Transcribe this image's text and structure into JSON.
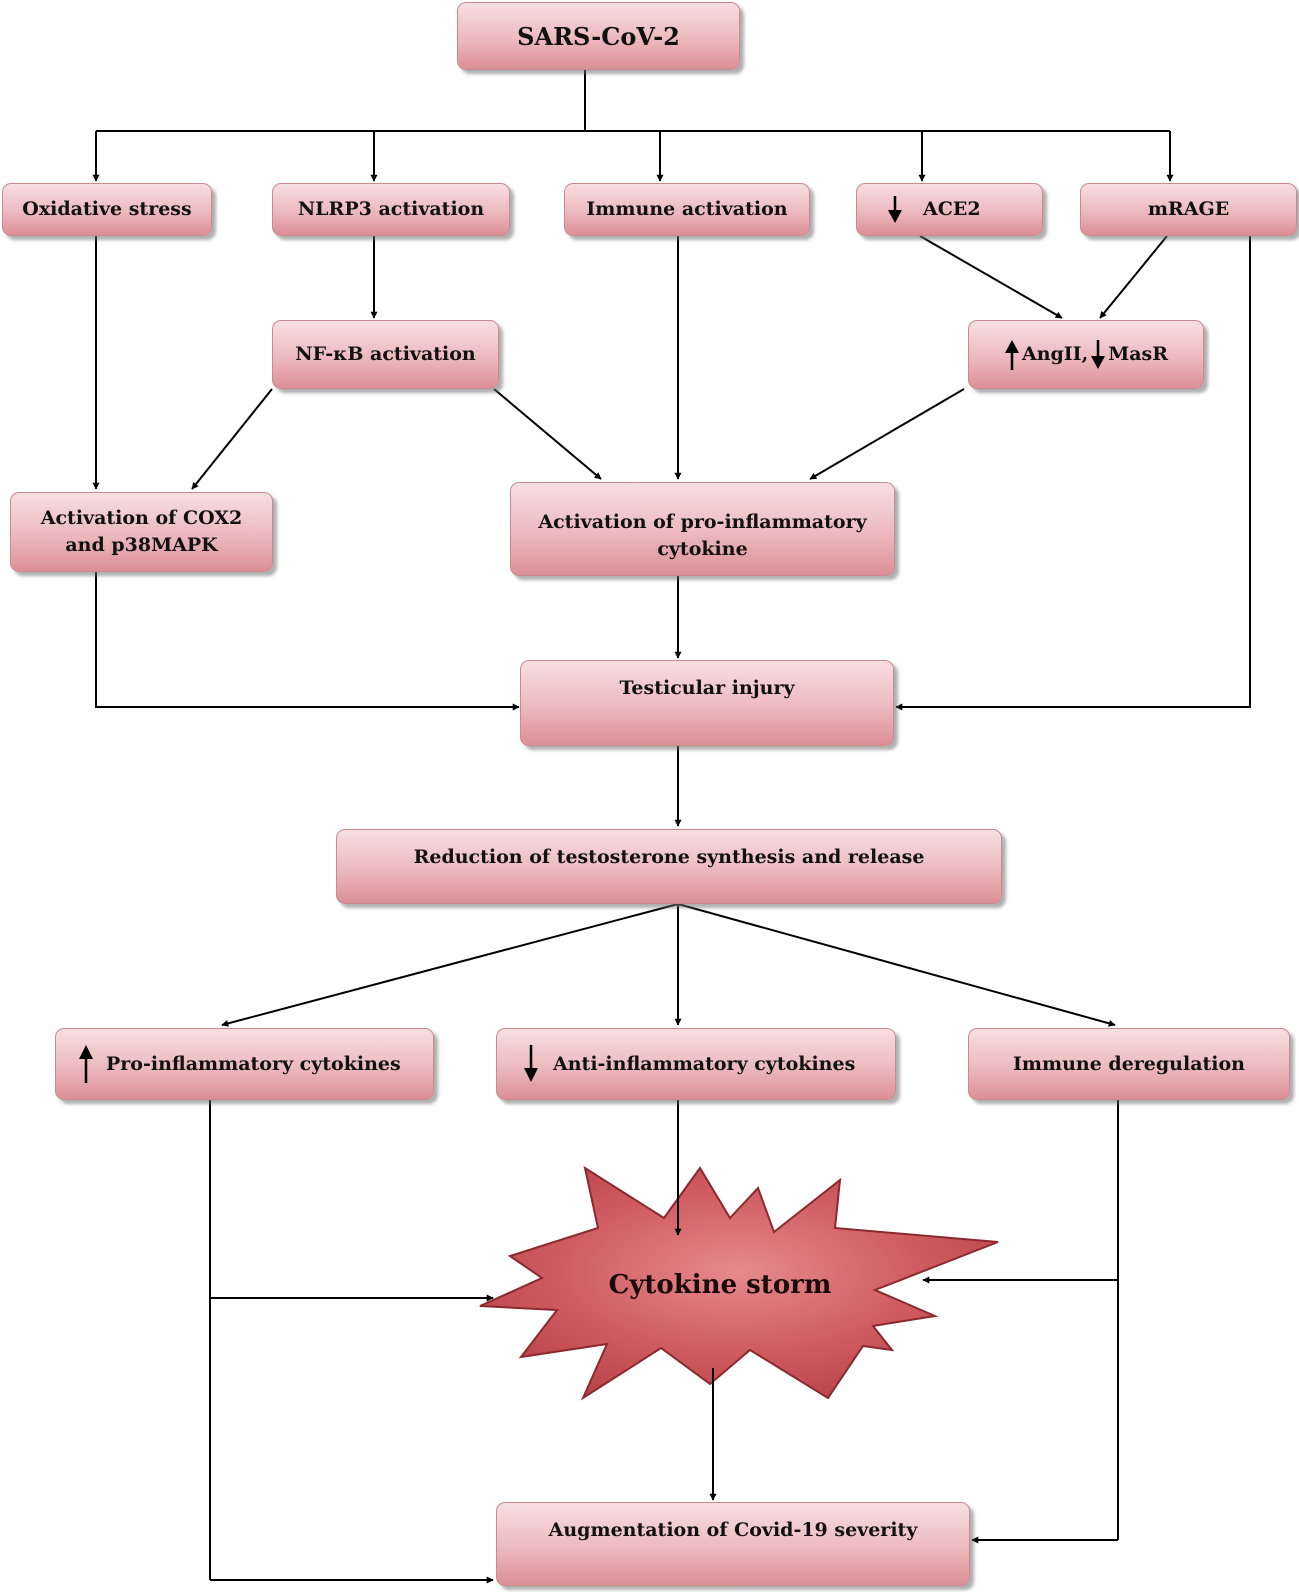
{
  "nodes": {
    "sars": "SARS-CoV-2",
    "oxidative": "Oxidative stress",
    "nlrp3": "NLRP3 activation",
    "immune_activation": "Immune activation",
    "ace2": "ACE2",
    "mrage": "mRAGE",
    "nfkb": "NF-κB activation",
    "ang_left": "AngII,",
    "ang_right": "MasR",
    "cox2_line1": "Activation of COX2",
    "cox2_line2": "and p38MAPK",
    "proinf_line1": "Activation of pro-inflammatory",
    "proinf_line2": "cytokine",
    "testicular": "Testicular injury",
    "testosterone": "Reduction of testosterone synthesis and release",
    "pro_cytokines": "Pro-inflammatory cytokines",
    "anti_cytokines": "Anti-inflammatory cytokines",
    "immune_dereg": "Immune deregulation",
    "storm": "Cytokine storm",
    "augmentation": "Augmentation of Covid-19 severity"
  },
  "colors": {
    "box_top": "#f7dfe1",
    "box_bottom": "#dc8f96",
    "storm_fill": "#c85055",
    "line": "#000000"
  }
}
